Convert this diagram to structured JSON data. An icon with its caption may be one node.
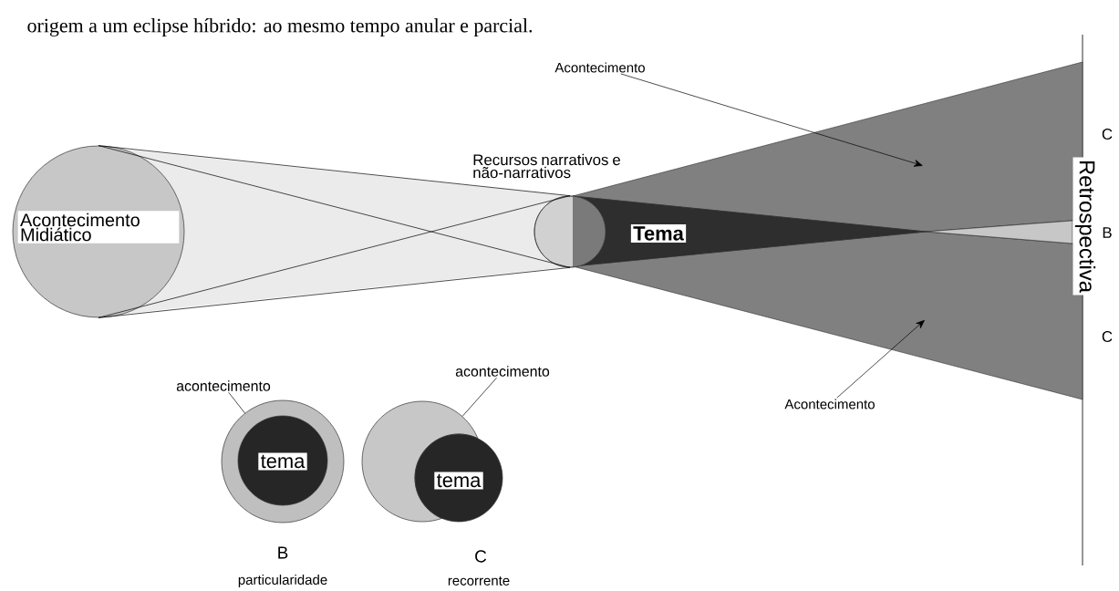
{
  "diagram": {
    "nodes": [
      {
        "text": [
          "Acontecimento"
        ]
      },
      {
        "text": [],
        "shape": "triangle"
      },
      {
        "text": [
          "Acontecimento Midiático"
        ]
      },
      {
        "text": [],
        "shape": "circle",
        "beside": [
          "Recursos narrativos e não-narrativos"
        ]
      },
      {
        "text": [
          "Tema"
        ]
      },
      {
        "text": [],
        "shape": "triangle"
      },
      {
        "text": [
          "Acontecimento"
        ]
      },
      {
        "text": [
          "acontecimento"
        ]
      },
      {
        "text": [],
        "shape": "circle",
        "beside": [
          "B",
          "particularidade"
        ]
      },
      {
        "text": [
          "tema"
        ],
        "in": 8
      },
      {
        "text": [
          "acontecimento"
        ]
      },
      {
        "text": [],
        "shape": "circle",
        "beside": [
          "C",
          "recorrente"
        ]
      },
      {
        "text": [
          "tema"
        ]
      },
      {
        "text": [],
        "shape": "triangle"
      }
    ],
    "edges": [
      {
        "from": 2,
        "to": 3,
        "arrow": "none"
      },
      {
        "from": 2,
        "to": 3,
        "arrow": "none"
      },
      {
        "from": 2,
        "to": 3,
        "arrow": "none"
      },
      {
        "from": 2,
        "to": 3,
        "arrow": "none"
      },
      {
        "from": 0,
        "to": 1,
        "arrow": "to"
      },
      {
        "from": 6,
        "to": 5,
        "arrow": "to"
      },
      {
        "from": 7,
        "to": 8,
        "arrow": "none"
      },
      {
        "from": 10,
        "to": 11,
        "arrow": "none"
      }
    ],
    "labels": [
      "origem a um eclipse híbrido: ao mesmo tempo anular e parcial.",
      "Retrospectiva",
      "C",
      "B",
      "C"
    ]
  }
}
